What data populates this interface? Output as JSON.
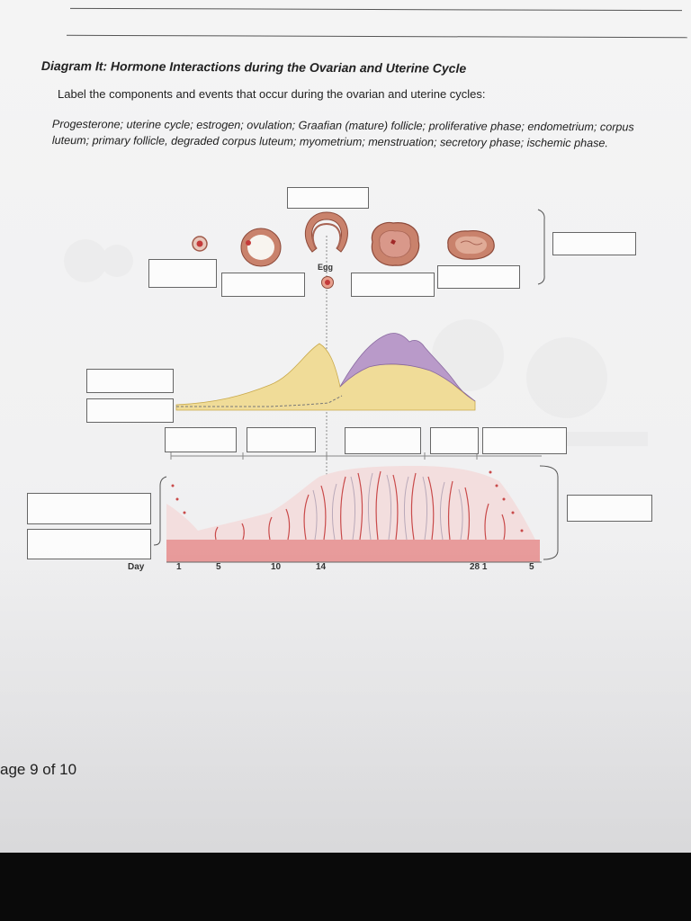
{
  "worksheet": {
    "title": "Diagram It: Hormone Interactions during the Ovarian and Uterine Cycle",
    "instruction": "Label the components and events that occur during the ovarian and uterine cycles:",
    "terms": "Progesterone; uterine cycle; estrogen; ovulation; Graafian (mature) follicle; proliferative phase; endometrium; corpus luteum; primary follicle, degraded corpus luteum; myometrium; menstruation; secretory phase; ischemic phase."
  },
  "diagram": {
    "egg_label": "Egg",
    "day_label": "Day",
    "day_ticks": [
      "1",
      "5",
      "10",
      "14",
      "28 1",
      "5"
    ],
    "colors": {
      "estrogen_fill": "#f0dc98",
      "progesterone_fill": "#b99ac9",
      "endometrium_red": "#c94a4a",
      "follicle": "#c9826c"
    }
  },
  "footer": {
    "page_number": "age 9 of 10"
  }
}
